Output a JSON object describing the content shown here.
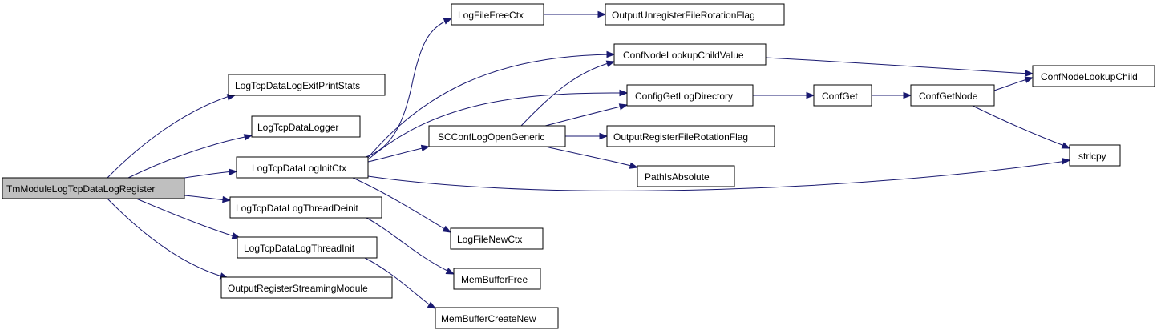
{
  "graph": {
    "nodes": {
      "root": "TmModuleLogTcpDataLogRegister",
      "exitPrintStats": "LogTcpDataLogExitPrintStats",
      "logger": "LogTcpDataLogger",
      "initCtx": "LogTcpDataLogInitCtx",
      "threadDeinit": "LogTcpDataLogThreadDeinit",
      "threadInit": "LogTcpDataLogThreadInit",
      "regStreaming": "OutputRegisterStreamingModule",
      "logFileFreeCtx": "LogFileFreeCtx",
      "scConfLogOpenGeneric": "SCConfLogOpenGeneric",
      "logFileNewCtx": "LogFileNewCtx",
      "memBufferFree": "MemBufferFree",
      "memBufferCreateNew": "MemBufferCreateNew",
      "outputUnregisterFileRotationFlag": "OutputUnregisterFileRotationFlag",
      "confNodeLookupChildValue": "ConfNodeLookupChildValue",
      "configGetLogDirectory": "ConfigGetLogDirectory",
      "outputRegisterFileRotationFlag": "OutputRegisterFileRotationFlag",
      "pathIsAbsolute": "PathIsAbsolute",
      "confGet": "ConfGet",
      "confGetNode": "ConfGetNode",
      "confNodeLookupChild": "ConfNodeLookupChild",
      "strlcpy": "strlcpy"
    },
    "edges": [
      [
        "root",
        "exitPrintStats"
      ],
      [
        "root",
        "logger"
      ],
      [
        "root",
        "initCtx"
      ],
      [
        "root",
        "threadDeinit"
      ],
      [
        "root",
        "threadInit"
      ],
      [
        "root",
        "regStreaming"
      ],
      [
        "initCtx",
        "logFileFreeCtx"
      ],
      [
        "initCtx",
        "confNodeLookupChildValue"
      ],
      [
        "initCtx",
        "configGetLogDirectory"
      ],
      [
        "initCtx",
        "scConfLogOpenGeneric"
      ],
      [
        "initCtx",
        "logFileNewCtx"
      ],
      [
        "initCtx",
        "strlcpy"
      ],
      [
        "threadDeinit",
        "memBufferFree"
      ],
      [
        "threadInit",
        "memBufferCreateNew"
      ],
      [
        "logFileFreeCtx",
        "outputUnregisterFileRotationFlag"
      ],
      [
        "scConfLogOpenGeneric",
        "confNodeLookupChildValue"
      ],
      [
        "scConfLogOpenGeneric",
        "configGetLogDirectory"
      ],
      [
        "scConfLogOpenGeneric",
        "outputRegisterFileRotationFlag"
      ],
      [
        "scConfLogOpenGeneric",
        "pathIsAbsolute"
      ],
      [
        "confNodeLookupChildValue",
        "confNodeLookupChild"
      ],
      [
        "configGetLogDirectory",
        "confGet"
      ],
      [
        "confGet",
        "confGetNode"
      ],
      [
        "confGetNode",
        "confNodeLookupChild"
      ],
      [
        "confGetNode",
        "strlcpy"
      ]
    ]
  }
}
